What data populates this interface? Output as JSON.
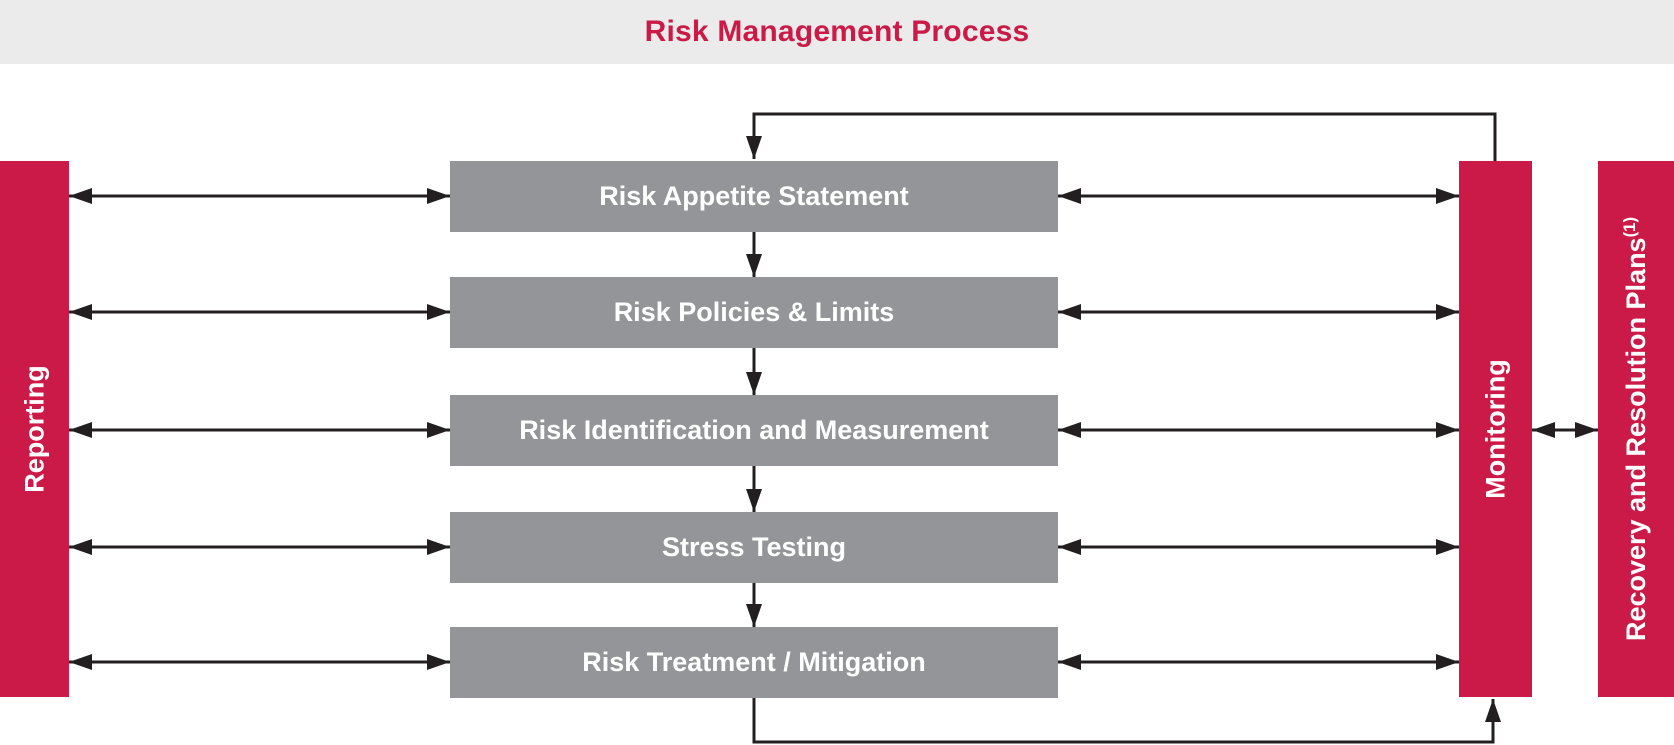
{
  "title": "Risk Management Process",
  "colors": {
    "accent_red": "#CB1A47",
    "box_gray": "#939598",
    "header_bg": "#EBEBEB",
    "line_black": "#231F20",
    "text_white": "#FFFFFF"
  },
  "side_bars": {
    "reporting": {
      "label": "Reporting"
    },
    "monitoring": {
      "label": "Monitoring"
    },
    "recovery": {
      "label": "Recovery and Resolution Plans",
      "superscript": "(1)"
    }
  },
  "process_steps": [
    {
      "label": "Risk Appetite Statement"
    },
    {
      "label": "Risk Policies & Limits"
    },
    {
      "label": "Risk Identification and Measurement"
    },
    {
      "label": "Stress Testing"
    },
    {
      "label": "Risk Treatment / Mitigation"
    }
  ],
  "connections": [
    {
      "from": "Reporting",
      "to": "every process step",
      "type": "bidirectional arrow"
    },
    {
      "from": "every process step",
      "to": "Monitoring",
      "type": "bidirectional arrow"
    },
    {
      "from": "Risk Appetite Statement",
      "to": "Risk Treatment / Mitigation",
      "type": "sequential downward arrows"
    },
    {
      "from": "Risk Treatment / Mitigation",
      "to": "Monitoring",
      "type": "feedback loop (bottom)"
    },
    {
      "from": "Monitoring",
      "to": "Risk Appetite Statement",
      "type": "feedback loop (top)"
    },
    {
      "from": "Monitoring",
      "to": "Recovery and Resolution Plans",
      "type": "bidirectional arrow"
    }
  ]
}
